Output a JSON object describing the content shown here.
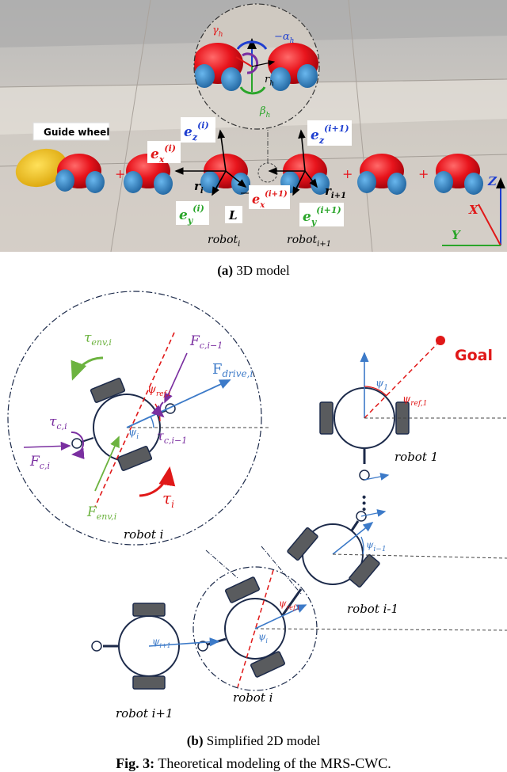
{
  "panel_a": {
    "guide_wheel_label": "Guide wheel",
    "ex_i_base": "e",
    "ex_i_sub": "x",
    "ex_i_sup": "(i)",
    "ez_i_base": "e",
    "ez_i_sub": "z",
    "ez_i_sup": "(i)",
    "ey_i_base": "e",
    "ey_i_sub": "y",
    "ey_i_sup": "(i)",
    "ez_i1_base": "e",
    "ez_i1_sub": "z",
    "ez_i1_sup": "(i+1)",
    "ex_i1_base": "e",
    "ex_i1_sub": "x",
    "ex_i1_sup": "(i+1)",
    "ey_i1_base": "e",
    "ey_i1_sub": "y",
    "ey_i1_sup": "(i+1)",
    "r_i_base": "r",
    "r_i_sub": "i",
    "r_i1_base": "r",
    "r_i1_sub": "i+1",
    "L_label": "L",
    "robot_i_base": "robot",
    "robot_i_sub": "i",
    "robot_i1_base": "robot",
    "robot_i1_sub": "i+1",
    "gamma_base": "γ",
    "gamma_sub": "h",
    "alpha_base": "−α",
    "alpha_sub": "h",
    "rh_base": "r",
    "rh_sub": "h",
    "beta_base": "β",
    "beta_sub": "h",
    "axis_z": "Z",
    "axis_x": "X",
    "axis_y": "Y"
  },
  "panel_b": {
    "goal_label": "Goal",
    "tau_env_base": "τ",
    "tau_env_sub": "env,i",
    "fc_im1_base": "F",
    "fc_im1_sub": "c,i−1",
    "fdrive_base": "F",
    "fdrive_sub": "drive,i",
    "psi_ref_i_base": "ψ",
    "psi_ref_i_sub": "ref,i",
    "psi_i_big_base": "ψ",
    "psi_i_big_sub": "i",
    "tau_c_i_base": "τ",
    "tau_c_i_sub": "c,i",
    "fc_i_base": "F",
    "fc_i_sub": "c,i",
    "tau_c_im1_base": "τ",
    "tau_c_im1_sub": "c,i−1",
    "fenv_base": "F",
    "fenv_sub": "env,i",
    "tau_i_base": "τ",
    "tau_i_sub": "i",
    "robot_i_big": "robot i",
    "psi_1_base": "ψ",
    "psi_1_sub": "1",
    "psi_ref_1_base": "ψ",
    "psi_ref_1_sub": "ref,1",
    "robot_1": "robot 1",
    "psi_im1_base": "ψ",
    "psi_im1_sub": "i−1",
    "robot_im1": "robot i-1",
    "psi_ref_i_small_base": "ψ",
    "psi_ref_i_small_sub": "ref,i",
    "psi_i_small_base": "ψ",
    "psi_i_small_sub": "i",
    "psi_ip1_base": "ψ",
    "psi_ip1_sub": "i+1",
    "robot_i_small": "robot i",
    "robot_ip1": "robot i+1"
  },
  "captions": {
    "a_label": "(a)",
    "a_text": " 3D model",
    "b_label": "(b)",
    "b_text": " Simplified 2D model",
    "fig_label": "Fig. 3:",
    "fig_text": " Theoretical modeling of the MRS-CWC."
  },
  "colors": {
    "robot_red": "#e8141c",
    "wheel_blue": "#2f86c8",
    "guide_yellow": "#f2c214",
    "axis_blue": "#1f3fd0",
    "axis_red": "#e01818",
    "axis_green": "#2aa52a",
    "drive_blue": "#3c7ac8",
    "purple": "#7a2fa0",
    "env_green": "#6cb33f",
    "goal_red": "#e01818",
    "body_dark": "#1c2a4a",
    "wheel_gray": "#595b5e"
  }
}
